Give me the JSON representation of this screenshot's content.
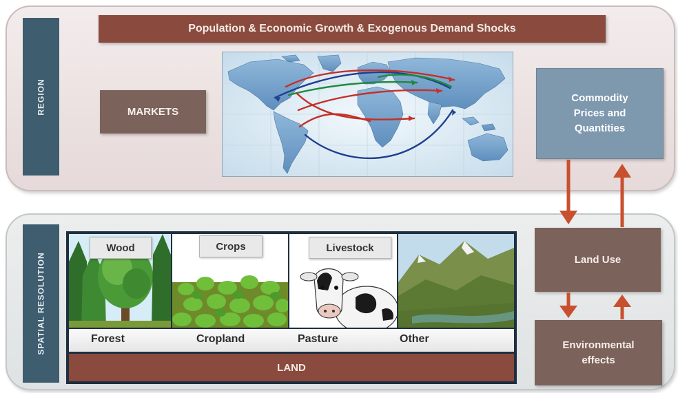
{
  "region": {
    "label": "REGION"
  },
  "spatial": {
    "label": "SPATIAL RESOLUTION"
  },
  "drivers": {
    "text": "Population & Economic Growth & Exogenous Demand Shocks"
  },
  "markets": {
    "text": "MARKETS"
  },
  "commodity": {
    "line1": "Commodity",
    "line2": "Prices and",
    "line3": "Quantities"
  },
  "land_use": {
    "text": "Land Use"
  },
  "environmental": {
    "line1": "Environmental",
    "line2": "effects"
  },
  "products": {
    "wood": "Wood",
    "crops": "Crops",
    "livestock": "Livestock"
  },
  "land_cover": {
    "forest": "Forest",
    "cropland": "Cropland",
    "pasture": "Pasture",
    "other": "Other"
  },
  "land": {
    "text": "LAND"
  },
  "colors": {
    "arrow": "#c8502e",
    "dark_red": "#8a4a3e",
    "brown_box": "#7b625a",
    "blue_box": "#7e98ae",
    "side_label": "#3e5d6e"
  }
}
